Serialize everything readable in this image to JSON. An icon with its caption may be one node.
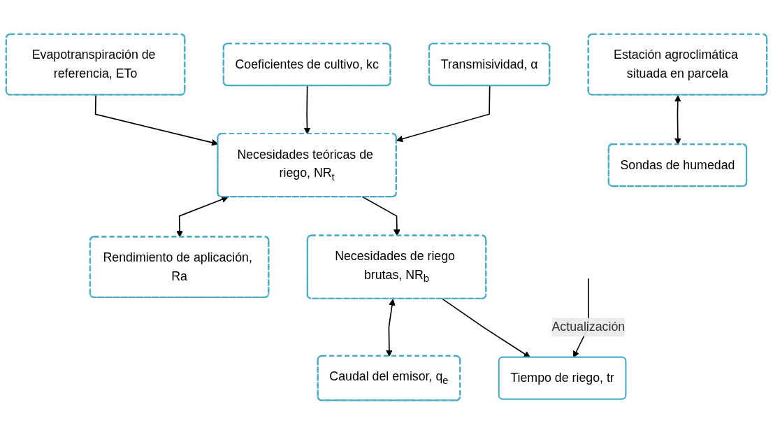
{
  "diagram": {
    "nodes": [
      {
        "text": [
          "Evapotranspiración de referencia, ETo"
        ]
      },
      {
        "text": [
          "Coeficientes de cultivo, kc"
        ]
      },
      {
        "text": [
          "Transmisividad, α"
        ]
      },
      {
        "text": [
          "Necesidades teóricas de riego, NR$_{t}$"
        ]
      },
      {
        "text": [
          "Rendimiento de aplicación, Ra"
        ]
      },
      {
        "text": [
          "Necesidades de riego brutas, NR$_{b}$"
        ]
      },
      {
        "text": [
          "Caudal del emisor, q$_{e}$"
        ]
      },
      {
        "text": [
          "Estación agroclimática situada en parcela"
        ]
      },
      {
        "text": [
          "Tiempo de riego, tr"
        ]
      },
      {
        "text": [
          "Sondas de humedad"
        ]
      }
    ],
    "edges": [
      {
        "from": 0,
        "to": 3,
        "arrow": "to"
      },
      {
        "from": 1,
        "to": 3,
        "arrow": "to"
      },
      {
        "from": 2,
        "to": 3,
        "arrow": "to"
      },
      {
        "from": 3,
        "to": 4,
        "arrow": "both"
      },
      {
        "from": 3,
        "to": 5,
        "arrow": "to"
      },
      {
        "from": 5,
        "to": 6,
        "arrow": "both"
      },
      {
        "from": 5,
        "to": 8,
        "arrow": "to"
      },
      {
        "from": 7,
        "to": 9,
        "arrow": "both"
      },
      {
        "from": null,
        "to": 8,
        "arrow": "to",
        "label": "Actualización"
      }
    ]
  }
}
